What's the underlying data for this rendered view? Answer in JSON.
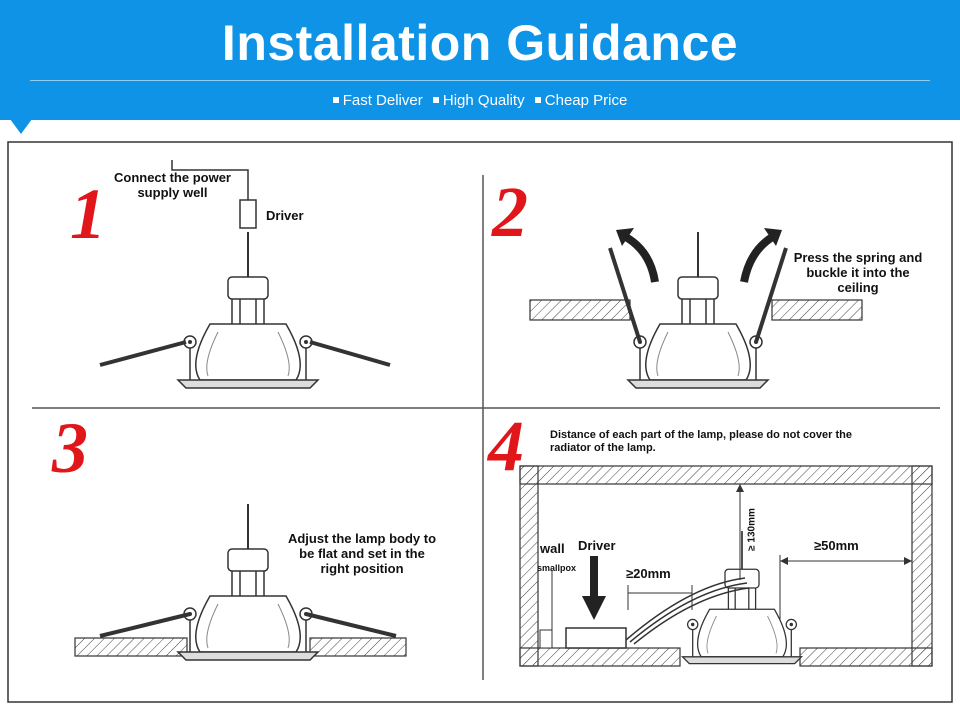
{
  "header": {
    "title": "Installation Guidance",
    "features": [
      "Fast Deliver",
      "High Quality",
      "Cheap Price"
    ]
  },
  "colors": {
    "banner": "#0f93e6",
    "step_number": "#e0161b",
    "line": "#333333"
  },
  "steps": [
    {
      "number": "1",
      "labels": {
        "power": "Connect the power supply well",
        "driver": "Driver"
      }
    },
    {
      "number": "2",
      "labels": {
        "spring": "Press the spring and buckle it into the ceiling"
      }
    },
    {
      "number": "3",
      "labels": {
        "adjust": "Adjust the lamp body to be flat and set in the right position"
      }
    },
    {
      "number": "4",
      "labels": {
        "distance": "Distance of each part of the lamp, please do not cover the radiator of the lamp.",
        "wall": "wall",
        "driver": "Driver",
        "smallpox": "smallpox",
        "d20": "≥20mm",
        "d130": "≥ 130mm",
        "d50": "≥50mm"
      }
    }
  ]
}
